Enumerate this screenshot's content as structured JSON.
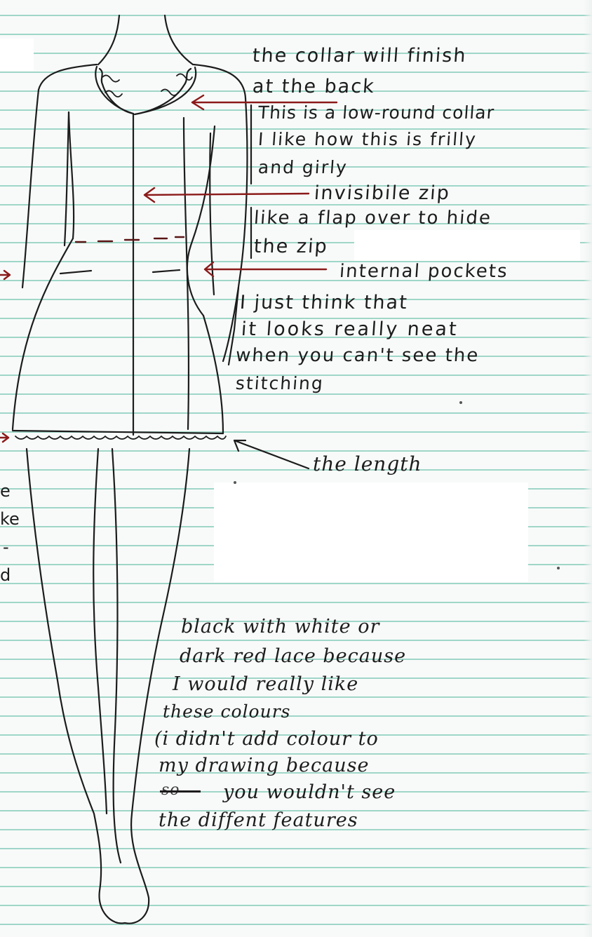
{
  "annotations": {
    "collar_finish_1": "the collar will finish",
    "collar_finish_2": "at the back",
    "collar_type": "This is a low-round collar",
    "frilly_1": "I like how this is frilly",
    "frilly_2": "and girly",
    "zip": "invisibile zip",
    "flap_1": "like a flap over to hide",
    "flap_2": "the zip",
    "pockets": "internal pockets",
    "pockets_reason_1": "I just think that",
    "pockets_reason_2": "it looks really neat",
    "pockets_reason_3": "when you can't see the",
    "pockets_reason_4": "stitching",
    "length": "the length",
    "colour_1": "black with white or",
    "colour_2": "dark red lace because",
    "colour_3": "I would really like",
    "colour_4": "these colours",
    "colour_5": "(i didn't add colour to",
    "colour_6": "my drawing because",
    "colour_7": "you wouldn't see",
    "colour_8": "the diffent features",
    "colour_7_struck": "so"
  },
  "margin_fragments": [
    "e",
    "ke",
    "-",
    "d"
  ],
  "colors": {
    "paper": "#f8faf9",
    "rule_lines": "#9fd6c8",
    "ink": "#1c1c1c",
    "arrow_red": "#8b1a1a"
  }
}
